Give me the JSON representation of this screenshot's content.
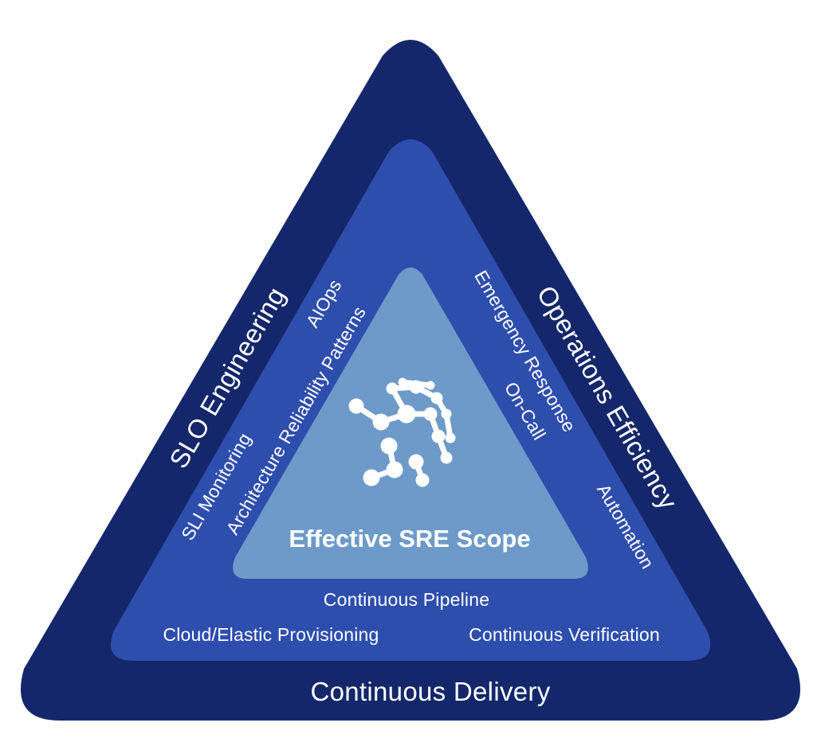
{
  "diagram": {
    "center_title": "Effective SRE Scope",
    "icon": "network-sphere-icon",
    "outer": {
      "left": "SLO Engineering",
      "right": "Operations Efficiency",
      "bottom": "Continuous Delivery"
    },
    "middle": {
      "left_upper": "AIOps",
      "left_mid": "Architecture Reliability Patterns",
      "left_lower": "SLI Monitoring",
      "right_upper": "Emergency Response",
      "right_mid": "On-Call",
      "right_lower": "Automation",
      "bottom_top": "Continuous Pipeline",
      "bottom_left": "Cloud/Elastic Provisioning",
      "bottom_right": "Continuous Verification"
    },
    "colors": {
      "outer": "#14276a",
      "middle": "#2e4ead",
      "inner": "#6d9ac9",
      "text": "#ffffff"
    }
  }
}
